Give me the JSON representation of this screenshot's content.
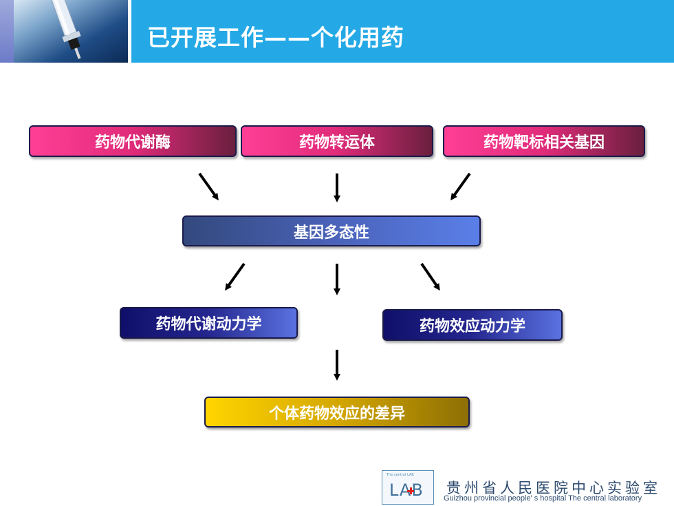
{
  "header": {
    "title": "已开展工作——个化用药"
  },
  "diagram": {
    "top_boxes": [
      "药物代谢酶",
      "药物转运体",
      "药物靶标相关基因"
    ],
    "middle_box": "基因多态性",
    "branch_boxes": [
      "药物代谢动力学",
      "药物效应动力学"
    ],
    "result_box": "个体药物效应的差异"
  },
  "footer": {
    "logo_small": "The central LAB",
    "logo_mark": "LAB",
    "org_cn": "贵州省人民医院中心实验室",
    "org_en": "Guizhou provincial people' s hospital The central laboratory"
  },
  "colors": {
    "header": "#24a9e6",
    "pink": "#ff3f95",
    "blue": "#4a62b8",
    "navy": "#25278f",
    "gold": "#ffd500"
  }
}
